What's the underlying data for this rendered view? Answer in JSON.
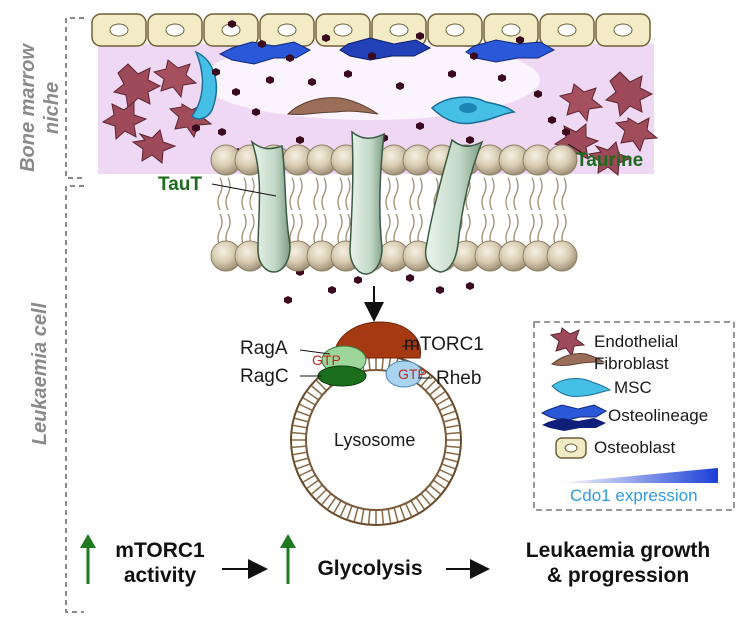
{
  "side_labels": {
    "niche": "Bone marrow niche",
    "cell": "Leukaemia cell"
  },
  "labels": {
    "taurine": "Taurine",
    "taut": "TauT",
    "raga": "RagA",
    "ragc": "RagC",
    "gtp_left": "GTP",
    "gtp_right": "GTP",
    "mtorc1": "mTORC1",
    "rheb": "Rheb",
    "lysosome": "Lysosome"
  },
  "legend": {
    "items": [
      "Endothelial",
      "Fibroblast",
      "MSC",
      "Osteolineage",
      "Osteoblast"
    ],
    "gradient_label": "Cdo1 expression"
  },
  "pathway": {
    "step1_line1": "mTORC1",
    "step1_line2": "activity",
    "step2": "Glycolysis",
    "step3_line1": "Leukaemia growth",
    "step3_line2": "& progression"
  },
  "colors": {
    "niche_bg": "#efd8f4",
    "osteoblast": "#f3ebc6",
    "endothelial": "#9e4a5a",
    "fibroblast": "#9a6e58",
    "msc": "#45bfe6",
    "osteolineage": "#2a58d8",
    "taurine": "#3b0a1e",
    "membrane_bead": "#cdbfa3",
    "transporter": "#c7dccb",
    "mtorc1": "#a53a12",
    "raga": "#9cd69a",
    "ragc": "#1b6e1b",
    "rheb": "#a9d3ee",
    "arrow_up": "#1f7a1f",
    "cdo1_text": "#2f9be0"
  }
}
